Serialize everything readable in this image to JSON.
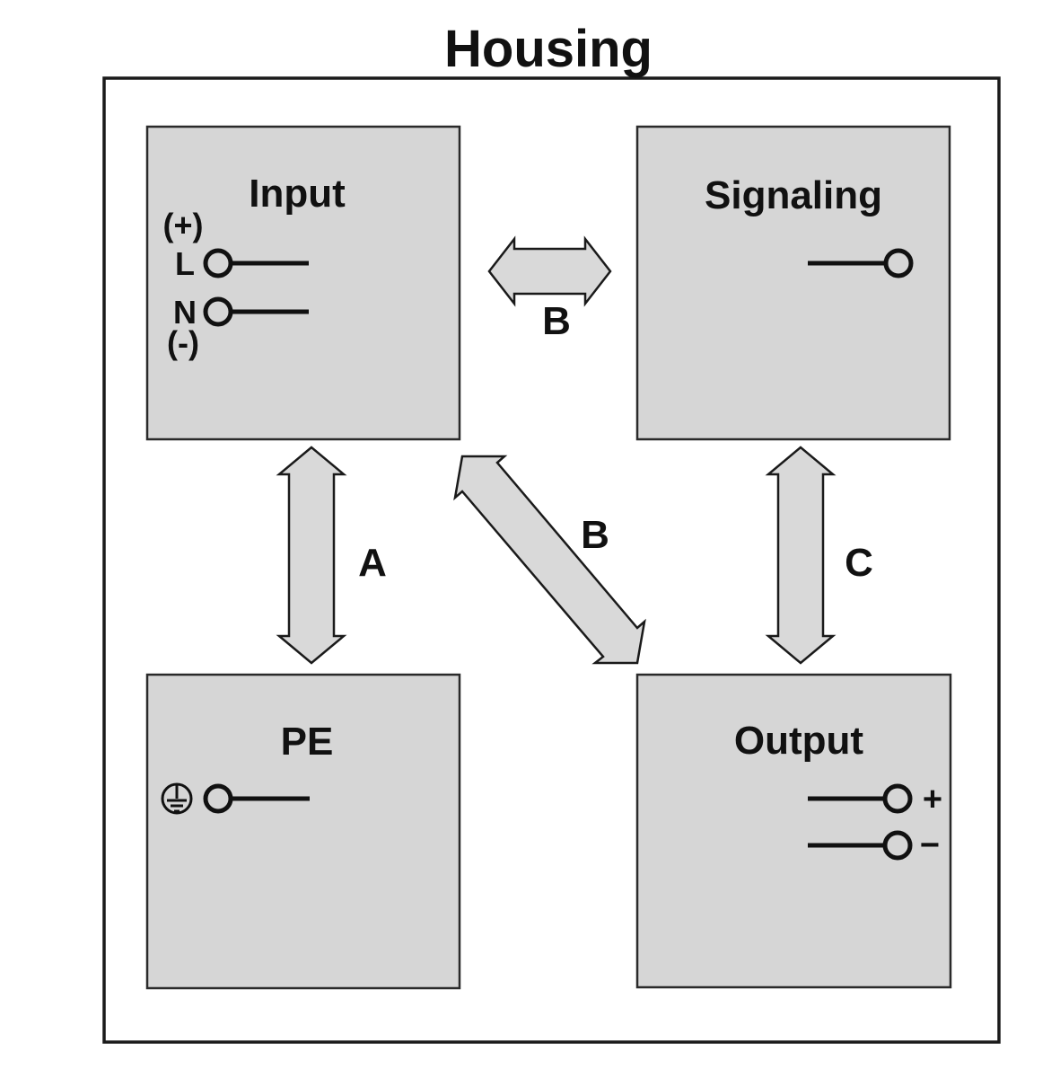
{
  "title": "Housing",
  "boxes": {
    "input": {
      "title": "Input",
      "pins": {
        "plus": "(+)",
        "line": "L",
        "neutral": "N",
        "minus": "(-)"
      }
    },
    "signaling": {
      "title": "Signaling"
    },
    "pe": {
      "title": "PE"
    },
    "output": {
      "title": "Output",
      "pins": {
        "plus": "+",
        "minus": "−"
      }
    }
  },
  "arrows": {
    "a": {
      "label": "A"
    },
    "b_horizontal": {
      "label": "B"
    },
    "b_diagonal": {
      "label": "B"
    },
    "c": {
      "label": "C"
    }
  },
  "colors": {
    "box_fill": "#d6d6d6",
    "arrow_fill": "#d9d9d9",
    "stroke": "#1a1a1a",
    "background": "#ffffff"
  }
}
